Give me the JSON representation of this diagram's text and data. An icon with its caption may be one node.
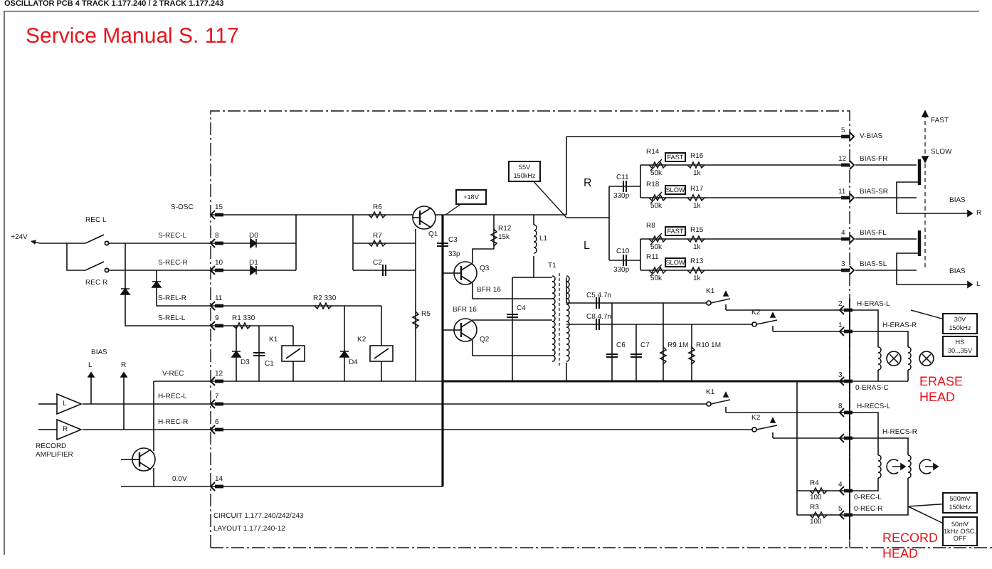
{
  "diagram": {
    "title": "OSCILLATOR PCB 4 TRACK   1.177.240 / 2 TRACK   1.177.243",
    "nodes": [
      {
        "text": [
          "+18V"
        ]
      },
      {
        "text": [
          "55V 150kHz"
        ]
      },
      {
        "text": [
          "FAST"
        ]
      },
      {
        "text": [
          "SLOW"
        ]
      },
      {
        "text": [
          "FAST"
        ]
      },
      {
        "text": [
          "SLOW"
        ]
      },
      {
        "text": [
          "30V 150kHz"
        ]
      },
      {
        "text": [
          "HS 30...35V"
        ]
      },
      {
        "text": [
          "500mV 150kHz"
        ]
      },
      {
        "text": [
          "50mV 1kHz OSC. OFF"
        ]
      },
      {
        "text": [
          "+24V"
        ]
      }
    ],
    "edges": [
      {
        "from": 0,
        "to": null,
        "arrow": "none"
      },
      {
        "from": 1,
        "to": null,
        "arrow": "none"
      },
      {
        "from": 6,
        "to": null,
        "arrow": "none"
      },
      {
        "from": 8,
        "to": null,
        "arrow": "none"
      },
      {
        "from": 9,
        "to": null,
        "arrow": "none"
      },
      {
        "from": null,
        "to": 10,
        "arrow": "to"
      }
    ],
    "labels": [
      "Service Manual S. 117",
      "REC L",
      "REC R",
      "S-OSC",
      "S-REC-L",
      "S-REC-R",
      "S-REL-R",
      "S-REL-L",
      "V-REC",
      "H-REC-L",
      "H-REC-R",
      "0.0V",
      "15",
      "8",
      "10",
      "11",
      "9",
      "12",
      "7",
      "6",
      "14",
      "BIAS",
      "L",
      "R",
      "RECORD AMPLIFIER",
      "CIRCUIT 1.177.240/242/243",
      "LAYOUT 1.177.240-12",
      "D0",
      "D1",
      "R1 330",
      "R2 330",
      "D3",
      "C1",
      "D4",
      "R6",
      "R7",
      "C2",
      "Q1",
      "C3",
      "33p",
      "R12",
      "15k",
      "L1",
      "Q3",
      "BFR 16",
      "BFR 16",
      "Q2",
      "T1",
      "C4",
      "R5",
      "C5 4.7n",
      "C8 4.7n",
      "C6",
      "C7",
      "R9 1M",
      "R10 1M",
      "R",
      "L",
      "C11",
      "330p",
      "C10",
      "330p",
      "R14",
      "50k",
      "R18",
      "50k",
      "R8",
      "50k",
      "R11",
      "50k",
      "R16",
      "1k",
      "R17",
      "1k",
      "R15",
      "1k",
      "R13",
      "1k",
      "V-BIAS",
      "5",
      "BIAS-FR",
      "12",
      "BIAS-SR",
      "11",
      "BIAS-FL",
      "4",
      "BIAS-SL",
      "3",
      "FAST",
      "SLOW",
      "BIAS",
      "R",
      "BIAS",
      "L",
      "K1",
      "K2",
      "H-ERAS-L",
      "2",
      "H-ERAS-R",
      "1",
      "0-ERAS-C",
      "3",
      "ERASE HEAD",
      "K1",
      "K2",
      "H-RECS-L",
      "8",
      "H-RECS-R",
      "R4",
      "100",
      "0-REC-L",
      "4",
      "R3",
      "100",
      "0-REC-R",
      "5",
      "RECORD HEAD",
      "L",
      "R",
      "K1",
      "K2"
    ]
  }
}
